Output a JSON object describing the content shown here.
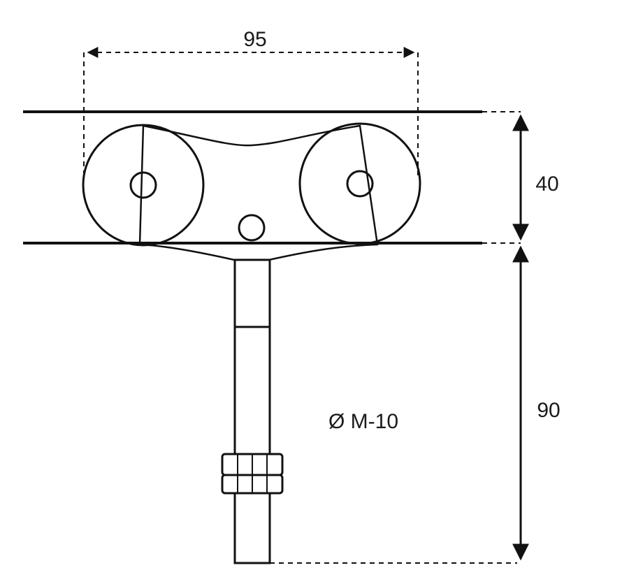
{
  "dimensions": {
    "width_label": "95",
    "height_label": "40",
    "length_label": "90"
  },
  "thread_label": "Ø M-10",
  "colors": {
    "ink": "#111111",
    "background": "#ffffff"
  }
}
